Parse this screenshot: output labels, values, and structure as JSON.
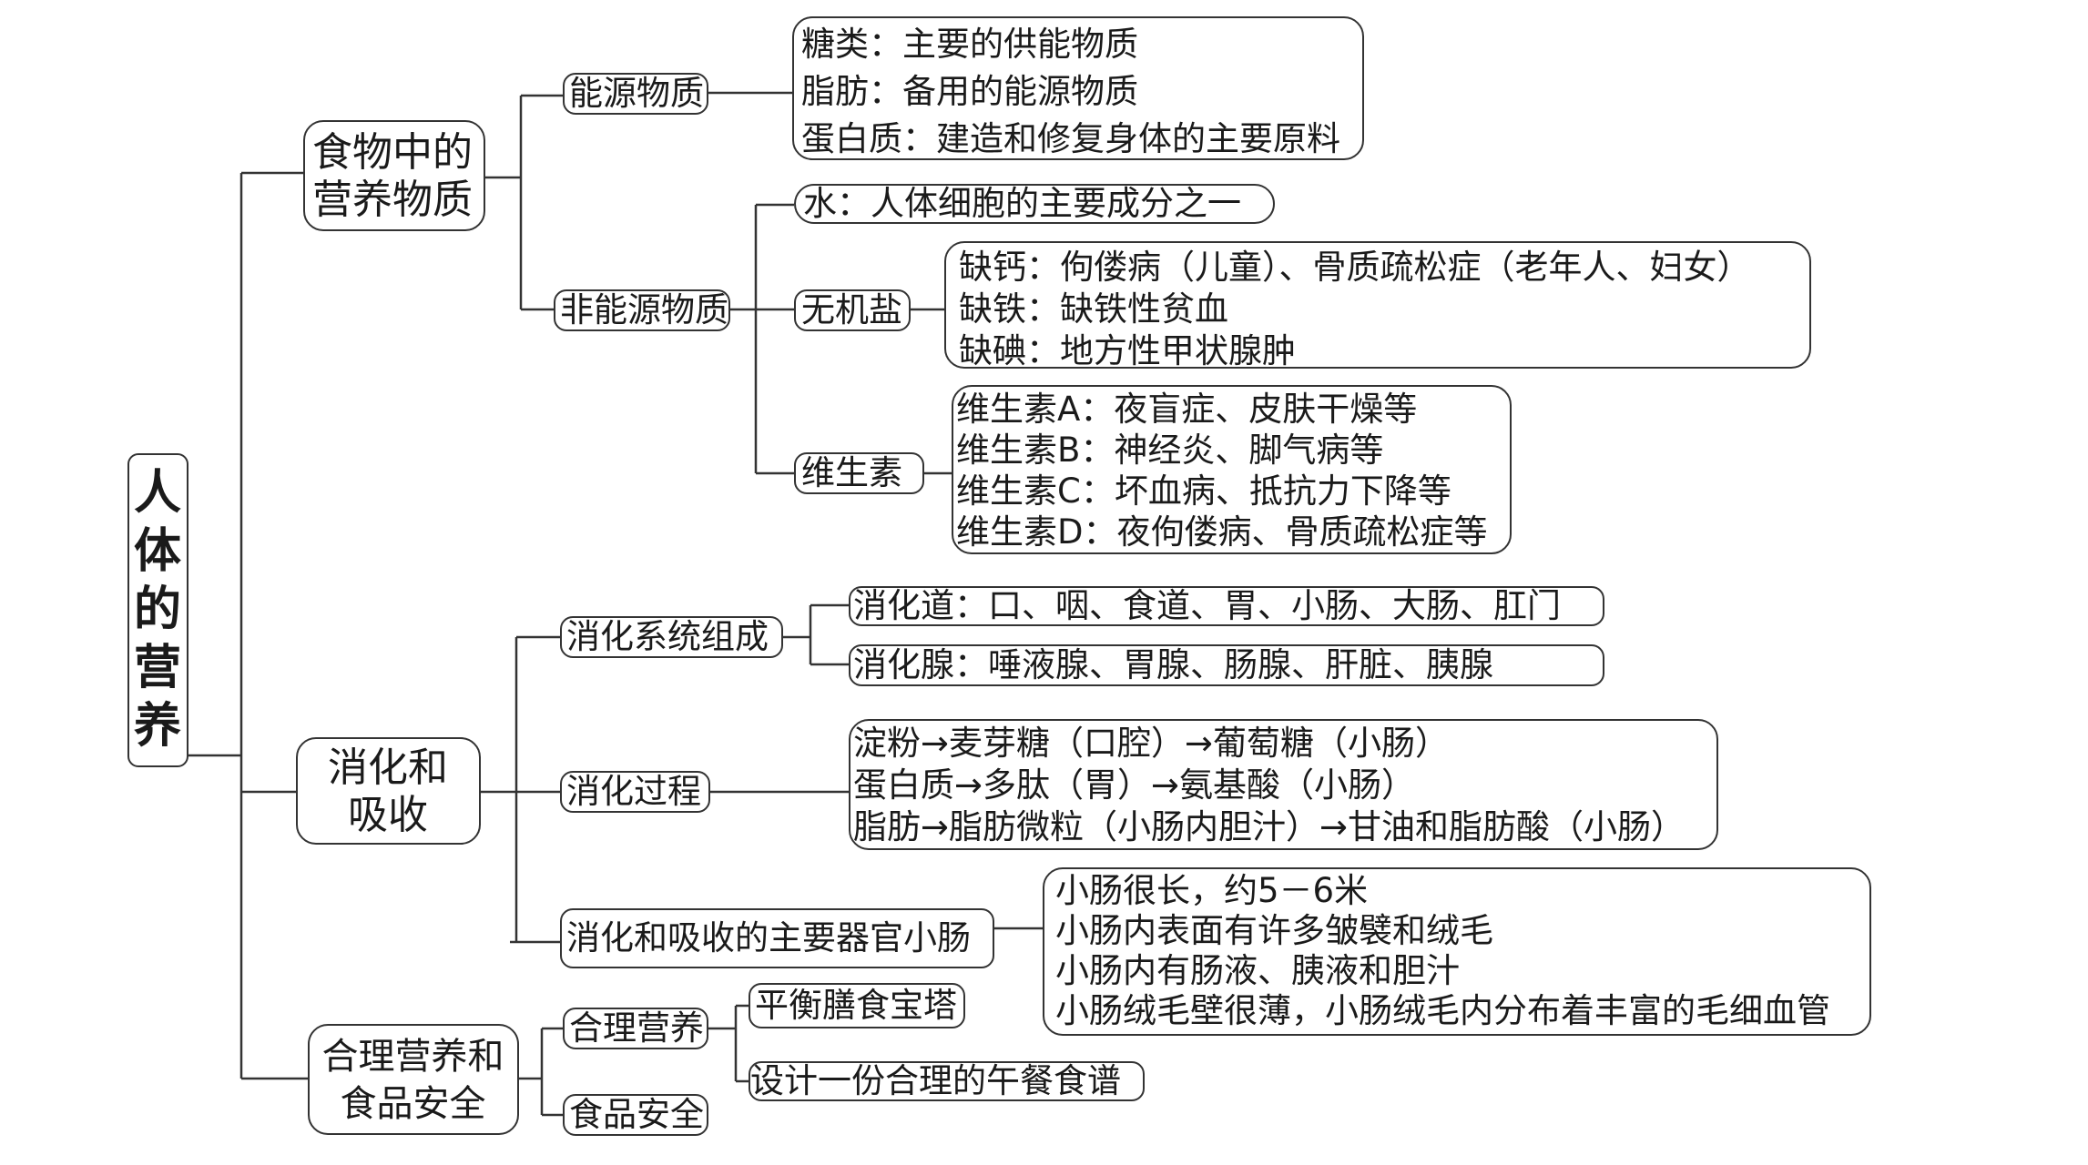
{
  "root": [
    "人",
    "体",
    "的",
    "营",
    "养"
  ],
  "branch1": {
    "title": [
      "食物中的",
      "营养物质"
    ],
    "energy": {
      "label": "能源物质",
      "items": [
        "糖类：主要的供能物质",
        "脂肪：备用的能源物质",
        "蛋白质：建造和修复身体的主要原料"
      ]
    },
    "non_energy": {
      "label": "非能源物质",
      "water": "水：人体细胞的主要成分之一",
      "minerals": {
        "label": "无机盐",
        "items": [
          "缺钙：佝偻病（儿童）、骨质疏松症（老年人、妇女）",
          "缺铁：缺铁性贫血",
          "缺碘：地方性甲状腺肿"
        ]
      },
      "vitamins": {
        "label": "维生素",
        "items": [
          "维生素A：夜盲症、皮肤干燥等",
          "维生素B：神经炎、脚气病等",
          "维生素C：坏血病、抵抗力下降等",
          "维生素D：夜佝偻病、骨质疏松症等"
        ]
      }
    }
  },
  "branch2": {
    "title": [
      "消化和",
      "吸收"
    ],
    "system": {
      "label": "消化系统组成",
      "tract": "消化道：口、咽、食道、胃、小肠、大肠、肛门",
      "glands": "消化腺：唾液腺、胃腺、肠腺、肝脏、胰腺"
    },
    "process": {
      "label": "消化过程",
      "items": [
        "淀粉→麦芽糖（口腔）→葡萄糖（小肠）",
        "蛋白质→多肽（胃）→氨基酸（小肠）",
        "脂肪→脂肪微粒（小肠内胆汁）→甘油和脂肪酸（小肠）"
      ]
    },
    "organ": {
      "label": "消化和吸收的主要器官小肠",
      "items": [
        "小肠很长，约5－6米",
        "小肠内表面有许多皱襞和绒毛",
        "小肠内有肠液、胰液和胆汁",
        "小肠绒毛壁很薄，小肠绒毛内分布着丰富的毛细血管"
      ]
    }
  },
  "branch3": {
    "title": [
      "合理营养和",
      "食品安全"
    ],
    "nutrition": {
      "label": "合理营养",
      "items": [
        "平衡膳食宝塔",
        "设计一份合理的午餐食谱"
      ]
    },
    "food_safety": "食品安全"
  }
}
